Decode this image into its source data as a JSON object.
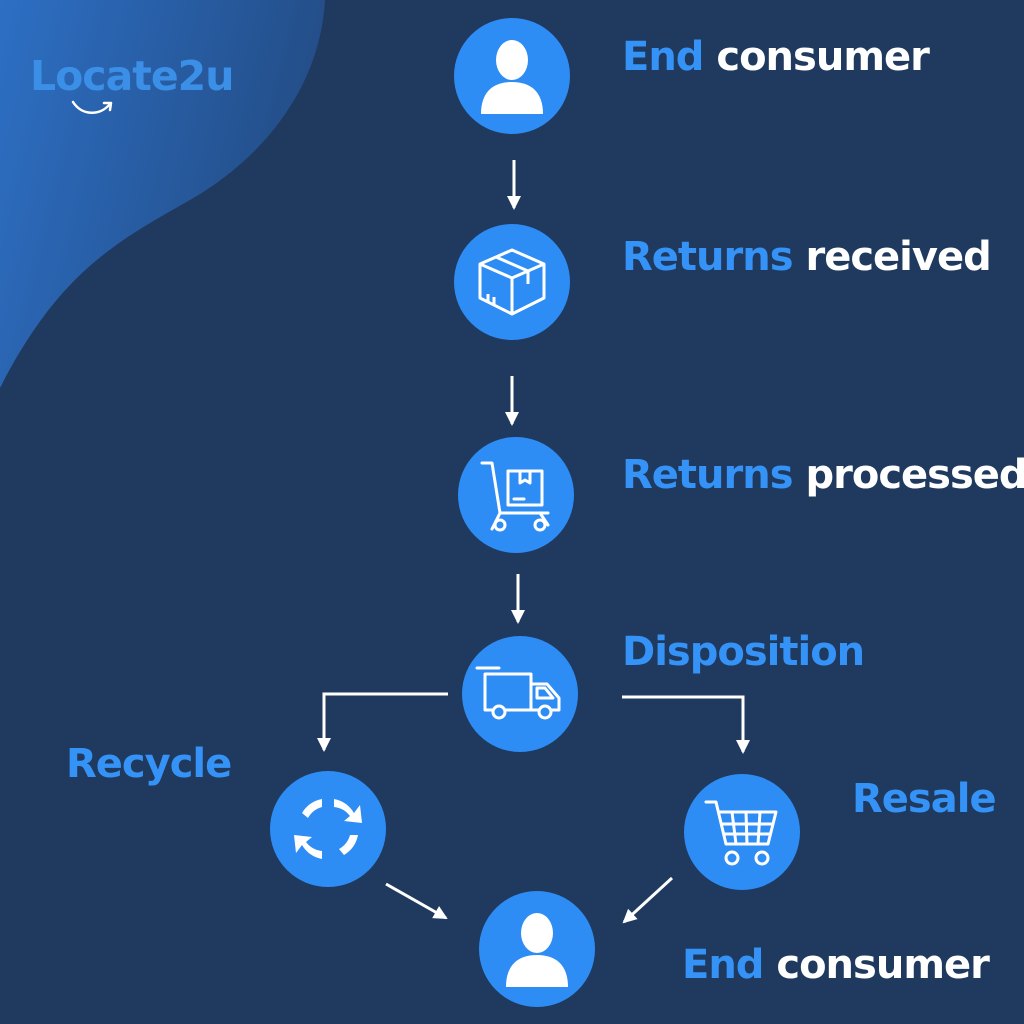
{
  "logo": {
    "text": "Locate2u"
  },
  "colors": {
    "background": "#1f3a5e",
    "accent": "#2e8cf5",
    "label_highlight": "#3593f7",
    "label_text": "#ffffff"
  },
  "nodes": [
    {
      "id": "end-consumer-top",
      "icon": "person-icon",
      "label_highlight": "End",
      "label_rest": " consumer"
    },
    {
      "id": "returns-received",
      "icon": "box-icon",
      "label_highlight": "Returns",
      "label_rest": " received"
    },
    {
      "id": "returns-processed",
      "icon": "cart-box-icon",
      "label_highlight": "Returns",
      "label_rest": " processed"
    },
    {
      "id": "disposition",
      "icon": "truck-icon",
      "label_highlight": "Disposition",
      "label_rest": ""
    },
    {
      "id": "recycle",
      "icon": "recycle-icon",
      "label_highlight": "Recycle",
      "label_rest": ""
    },
    {
      "id": "resale",
      "icon": "shopping-cart-icon",
      "label_highlight": "Resale",
      "label_rest": ""
    },
    {
      "id": "end-consumer-bottom",
      "icon": "person-icon",
      "label_highlight": "End",
      "label_rest": " consumer"
    }
  ],
  "edges": [
    {
      "from": "end-consumer-top",
      "to": "returns-received"
    },
    {
      "from": "returns-received",
      "to": "returns-processed"
    },
    {
      "from": "returns-processed",
      "to": "disposition"
    },
    {
      "from": "disposition",
      "to": "recycle"
    },
    {
      "from": "disposition",
      "to": "resale"
    },
    {
      "from": "recycle",
      "to": "end-consumer-bottom"
    },
    {
      "from": "resale",
      "to": "end-consumer-bottom"
    }
  ]
}
